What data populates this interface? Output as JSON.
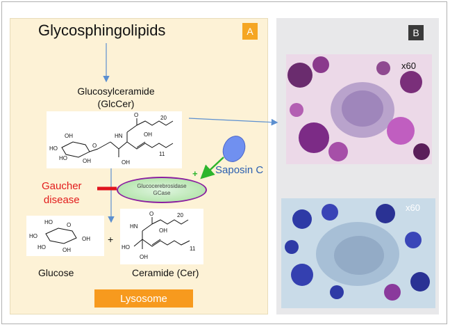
{
  "panel_a": {
    "badge": "A",
    "title": "Glycosphingolipids",
    "glccer_line1": "Glucosylceramide",
    "glccer_line2": "(GlcCer)",
    "gaucher_line1": "Gaucher",
    "gaucher_line2": "disease",
    "enzyme_line1": "Glucocerebrosidase",
    "enzyme_line2": "GCase",
    "saposin": "Saposin C",
    "plus_sign": "+",
    "activation_sign": "+",
    "glucose": "Glucose",
    "ceramide": "Ceramide (Cer)",
    "lysosome": "Lysosome",
    "struct_labels": {
      "oh": "OH",
      "ho": "HO",
      "hn": "HN",
      "o": "O",
      "n20": "20",
      "n11": "11"
    }
  },
  "panel_b": {
    "badge": "B",
    "mag_top": "x60",
    "mag_bottom": "x60"
  },
  "colors": {
    "panel_a_bg": "#fdf2d6",
    "panel_b_bg": "#e8e8ea",
    "badge_a": "#f5a623",
    "badge_b": "#3a3a3a",
    "gaucher_red": "#e21b1b",
    "saposin_blue": "#2a5fb0",
    "enzyme_border": "#8b1fa0",
    "arrow_blue": "#5b8fd0",
    "activation_green": "#2db52d",
    "lysosome": "#f79a1e"
  }
}
